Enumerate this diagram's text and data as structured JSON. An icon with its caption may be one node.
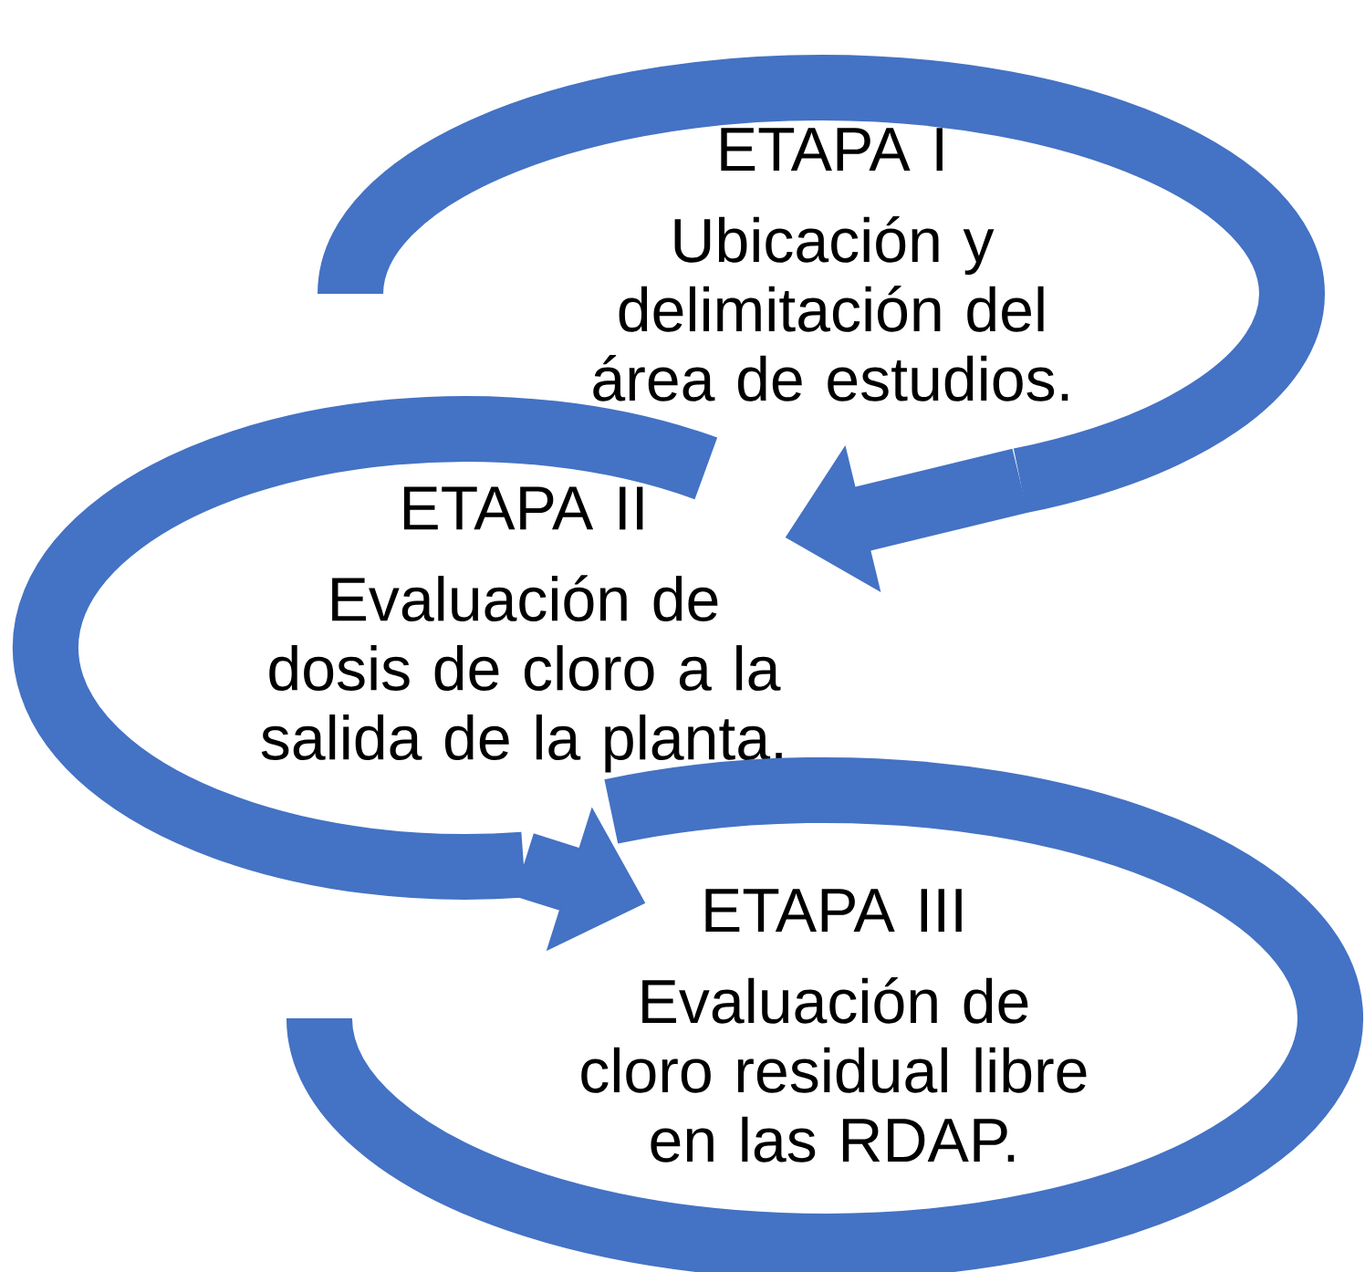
{
  "diagram": {
    "nodes": [
      {
        "text": [
          "ETAPA I",
          "Ubicación y delimitación del área de estudios."
        ]
      },
      {
        "text": [
          "ETAPA II",
          "Evaluación de dosis de cloro a la salida de la planta."
        ]
      },
      {
        "text": [
          "ETAPA III",
          "Evaluación de cloro residual libre en las RDAP."
        ]
      }
    ],
    "edges": [
      {
        "from": 0,
        "to": 1,
        "arrow": "to"
      },
      {
        "from": 1,
        "to": 2,
        "arrow": "to"
      }
    ]
  }
}
